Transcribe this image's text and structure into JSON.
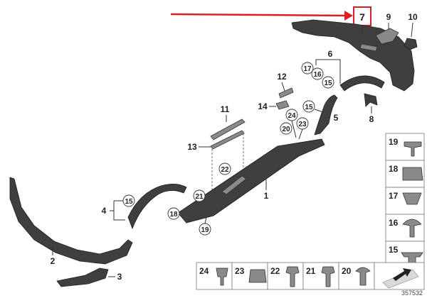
{
  "diagram": {
    "highlight_color": "#d9202a",
    "highlighted_label": "7",
    "drawing_number": "357532",
    "callouts": {
      "c1": "1",
      "c2": "2",
      "c3": "3",
      "c4": "4",
      "c5": "5",
      "c6": "6",
      "c8": "8",
      "c9": "9",
      "c10": "10",
      "c11": "11",
      "c12": "12",
      "c13": "13",
      "c14": "14"
    },
    "circled": {
      "c15a": "15",
      "c15b": "15",
      "c15c": "15",
      "c16": "16",
      "c17": "17",
      "c18": "18",
      "c19": "19",
      "c20": "20",
      "c21": "21",
      "c22": "22",
      "c23": "23",
      "c24": "24"
    },
    "fastener_legend_right": [
      "19",
      "18",
      "17",
      "16",
      "15"
    ],
    "fastener_legend_bottom": [
      "24",
      "23",
      "22",
      "21",
      "20"
    ]
  }
}
